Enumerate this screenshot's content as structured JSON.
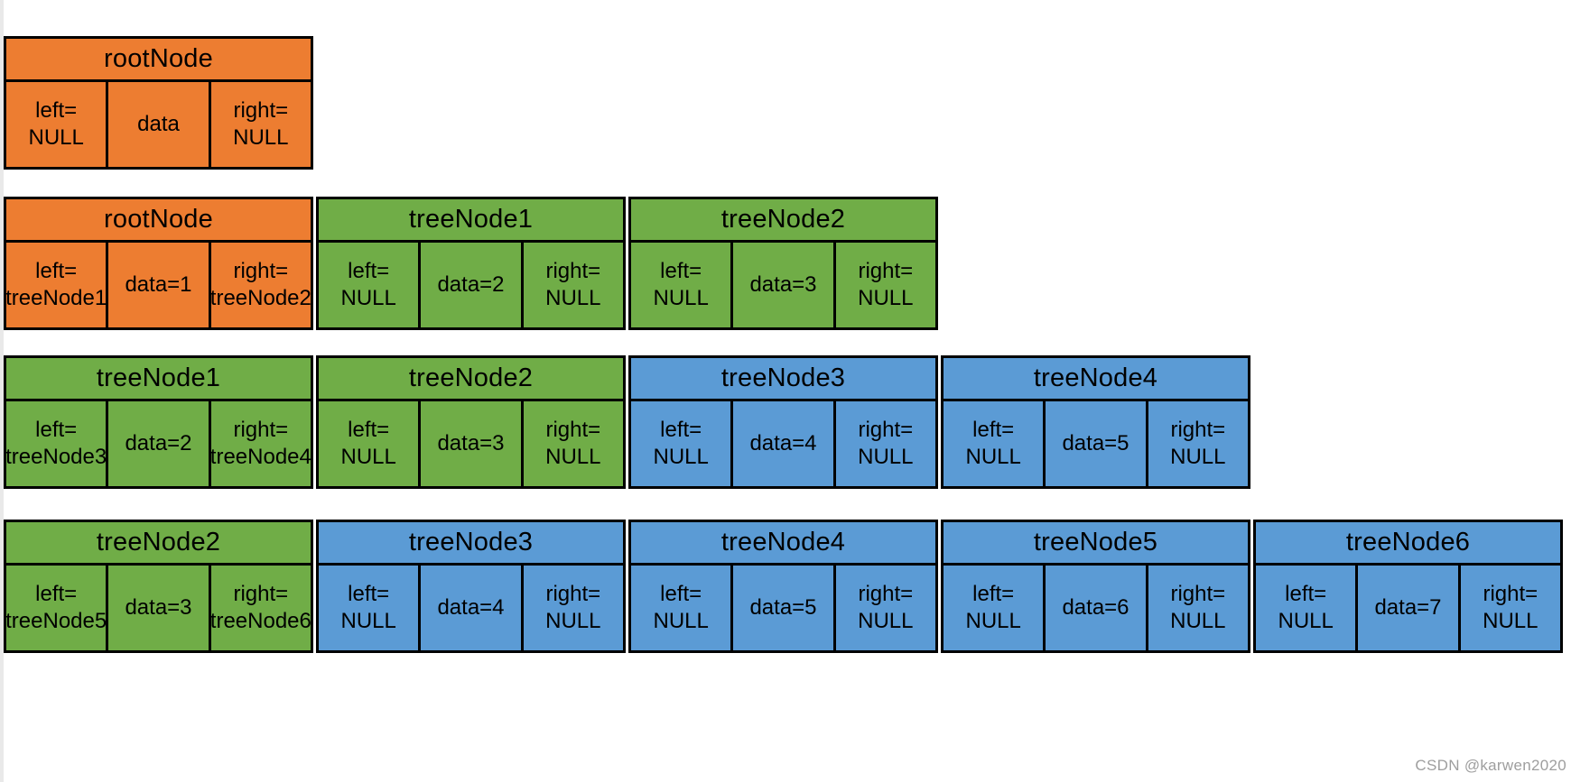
{
  "colors": {
    "orange": "#ED7D31",
    "green": "#70AD47",
    "blue": "#5B9BD5",
    "border": "#000000",
    "background": "#ffffff",
    "page_edge": "#e9e9e9",
    "watermark": "#9e9e9e"
  },
  "watermark": {
    "text": "CSDN @karwen2020"
  },
  "diagram": {
    "rows": [
      {
        "nodes": [
          {
            "title": "rootNode",
            "color": "orange",
            "cells": [
              [
                "left=",
                "NULL"
              ],
              [
                "data"
              ],
              [
                "right=",
                "NULL"
              ]
            ]
          }
        ]
      },
      {
        "nodes": [
          {
            "title": "rootNode",
            "color": "orange",
            "cells": [
              [
                "left=",
                "treeNode1"
              ],
              [
                "data=1"
              ],
              [
                "right=",
                "treeNode2"
              ]
            ]
          },
          {
            "title": "treeNode1",
            "color": "green",
            "cells": [
              [
                "left=",
                "NULL"
              ],
              [
                "data=2"
              ],
              [
                "right=",
                "NULL"
              ]
            ]
          },
          {
            "title": "treeNode2",
            "color": "green",
            "cells": [
              [
                "left=",
                "NULL"
              ],
              [
                "data=3"
              ],
              [
                "right=",
                "NULL"
              ]
            ]
          }
        ]
      },
      {
        "nodes": [
          {
            "title": "treeNode1",
            "color": "green",
            "cells": [
              [
                "left=",
                "treeNode3"
              ],
              [
                "data=2"
              ],
              [
                "right=",
                "treeNode4"
              ]
            ]
          },
          {
            "title": "treeNode2",
            "color": "green",
            "cells": [
              [
                "left=",
                "NULL"
              ],
              [
                "data=3"
              ],
              [
                "right=",
                "NULL"
              ]
            ]
          },
          {
            "title": "treeNode3",
            "color": "blue",
            "cells": [
              [
                "left=",
                "NULL"
              ],
              [
                "data=4"
              ],
              [
                "right=",
                "NULL"
              ]
            ]
          },
          {
            "title": "treeNode4",
            "color": "blue",
            "cells": [
              [
                "left=",
                "NULL"
              ],
              [
                "data=5"
              ],
              [
                "right=",
                "NULL"
              ]
            ]
          }
        ]
      },
      {
        "nodes": [
          {
            "title": "treeNode2",
            "color": "green",
            "cells": [
              [
                "left=",
                "treeNode5"
              ],
              [
                "data=3"
              ],
              [
                "right=",
                "treeNode6"
              ]
            ]
          },
          {
            "title": "treeNode3",
            "color": "blue",
            "cells": [
              [
                "left=",
                "NULL"
              ],
              [
                "data=4"
              ],
              [
                "right=",
                "NULL"
              ]
            ]
          },
          {
            "title": "treeNode4",
            "color": "blue",
            "cells": [
              [
                "left=",
                "NULL"
              ],
              [
                "data=5"
              ],
              [
                "right=",
                "NULL"
              ]
            ]
          },
          {
            "title": "treeNode5",
            "color": "blue",
            "cells": [
              [
                "left=",
                "NULL"
              ],
              [
                "data=6"
              ],
              [
                "right=",
                "NULL"
              ]
            ]
          },
          {
            "title": "treeNode6",
            "color": "blue",
            "cells": [
              [
                "left=",
                "NULL"
              ],
              [
                "data=7"
              ],
              [
                "right=",
                "NULL"
              ]
            ]
          }
        ]
      }
    ]
  }
}
